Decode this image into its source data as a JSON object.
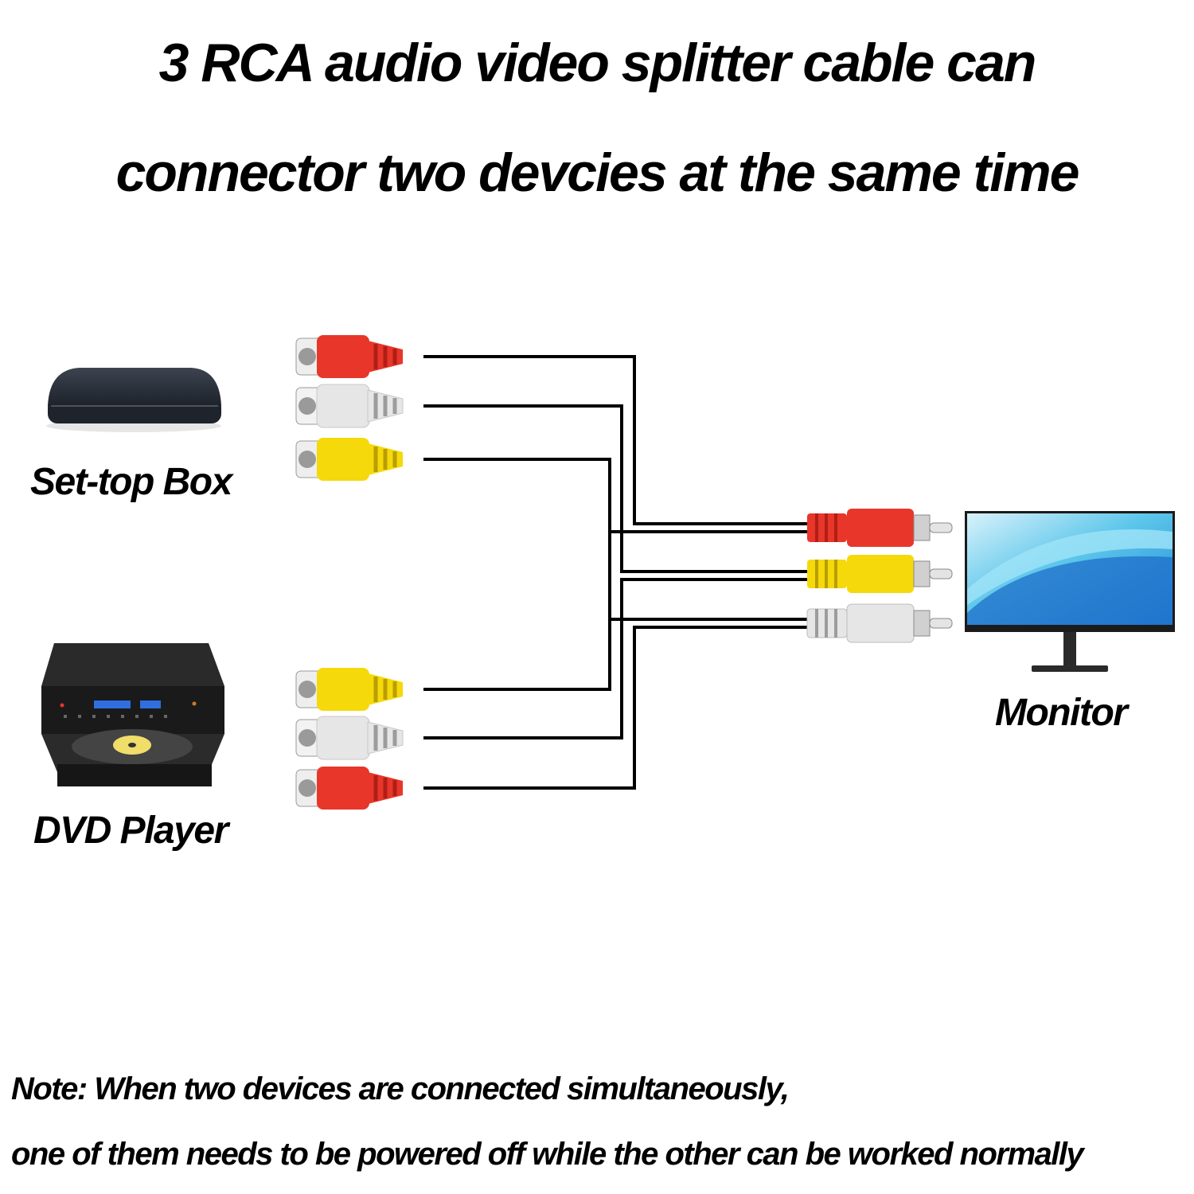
{
  "title": {
    "line1": "3 RCA audio video splitter cable can",
    "line2": "connector two devcies at the same time"
  },
  "devices": {
    "settop": "Set-top Box",
    "dvd": "DVD Player",
    "monitor": "Monitor"
  },
  "note": {
    "line1": "Note: When two devices are connected simultaneously,",
    "line2": "one of them needs to be powered off while the other can be worked normally"
  },
  "colors": {
    "red": "#e8362a",
    "white": "#e6e6e6",
    "yellow": "#f5d90a",
    "cable": "#000000"
  },
  "icons": {
    "settop": "set-top-box-icon",
    "dvd": "dvd-player-icon",
    "monitor": "monitor-icon"
  }
}
